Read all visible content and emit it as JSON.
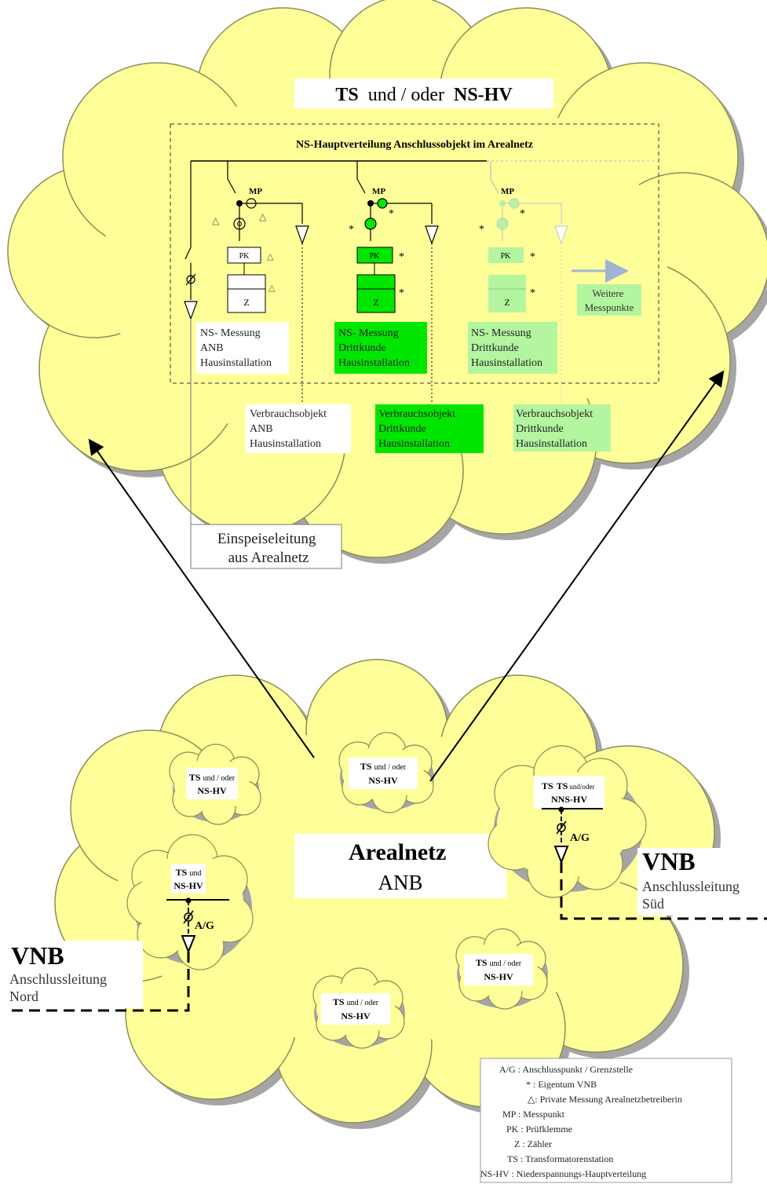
{
  "colors": {
    "cloud": "#ffff99",
    "cloud_stroke": "#8c8c5a",
    "shadow": "#a5a5a5",
    "third_party": "#00e600",
    "future": "#b4f5a0",
    "arrow_future": "#a0b4d2"
  },
  "top": {
    "title_ts": "TS",
    "title_mid": "und / oder",
    "title_nshv": "NS-HV",
    "box_title": "NS-Hauptverteilung Anschlussobjekt im Arealnetz",
    "mp": "MP",
    "pk": "PK",
    "z": "Z",
    "star": "*",
    "meter1": [
      "NS- Messung",
      "ANB",
      "Hausinstallation"
    ],
    "meter2": [
      "NS- Messung",
      "Drittkunde",
      "Hausinstallation"
    ],
    "meter3": [
      "NS- Messung",
      "Drittkunde",
      "Hausinstallation"
    ],
    "weitere": [
      "Weitere",
      "Messpunkte"
    ],
    "vo1": [
      "Verbrauchsobjekt",
      "ANB",
      "Hausinstallation"
    ],
    "vo2": [
      "Verbrauchsobjekt",
      "Drittkunde",
      "Hausinstallation"
    ],
    "vo3": [
      "Verbrauchsobjekt",
      "Drittkunde",
      "Hausinstallation"
    ],
    "einspeise": [
      "Einspeiseleitung",
      "aus Arealnetz"
    ]
  },
  "bottom": {
    "center": [
      "Arealnetz",
      "ANB"
    ],
    "ts": "TS",
    "und_oder": "und / oder",
    "und": "und",
    "nshv": "NS-HV",
    "ts_right_a": "TS",
    "ts_right_b": "TS",
    "ts_right_c": "und/oder",
    "nshv_right": "NNS-HV",
    "ag": "A/G",
    "vnb": "VNB",
    "sued": [
      "Anschlussleitung",
      "Süd"
    ],
    "nord": [
      "Anschlussleitung",
      "Nord"
    ]
  },
  "legend": [
    "A/G : Anschlusspunkt / Grenzstelle",
    "* : Eigentum VNB",
    "△: Private Messung Arealnetzbetreiberin",
    "MP : Messpunkt",
    "PK : Prüfklemme",
    "Z : Zähler",
    "TS : Transformatorenstation",
    "NS-HV : Niederspannungs-Hauptverteilung"
  ]
}
